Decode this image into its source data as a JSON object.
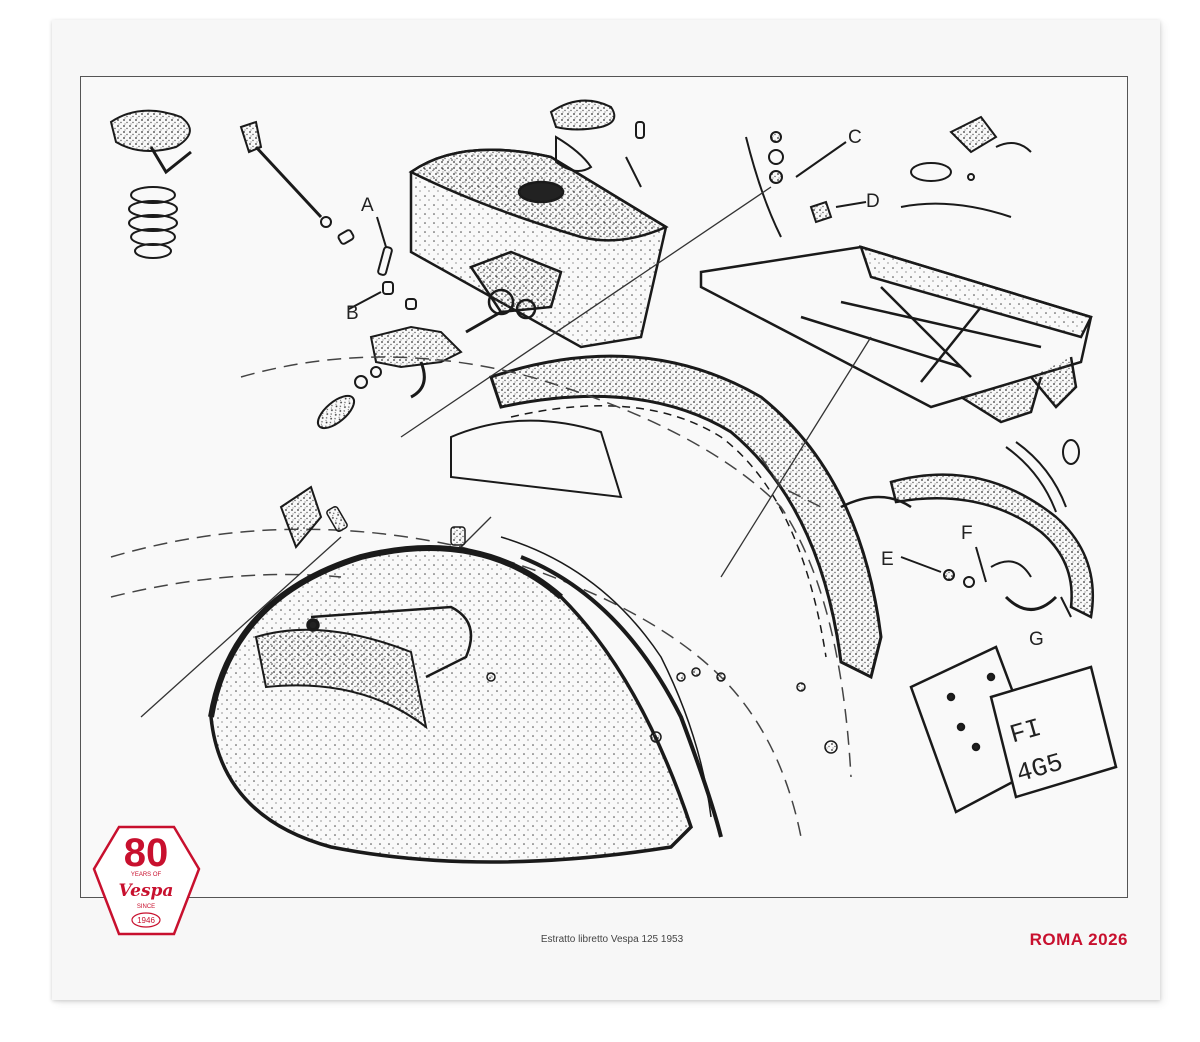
{
  "diagram": {
    "part_labels": [
      "A",
      "B",
      "C",
      "D",
      "E",
      "F",
      "G"
    ],
    "plate_text": [
      "FI",
      "4G5"
    ]
  },
  "footer": {
    "caption": "Estratto libretto Vespa 125 1953",
    "city": "ROMA 2026"
  },
  "badge": {
    "number": "80",
    "tagline": "YEARS OF",
    "brand": "Vespa",
    "since": "SINCE",
    "year": "1946"
  },
  "colors": {
    "accent": "#c8102e",
    "ink": "#1a1a1a",
    "paper": "#f7f7f7"
  }
}
